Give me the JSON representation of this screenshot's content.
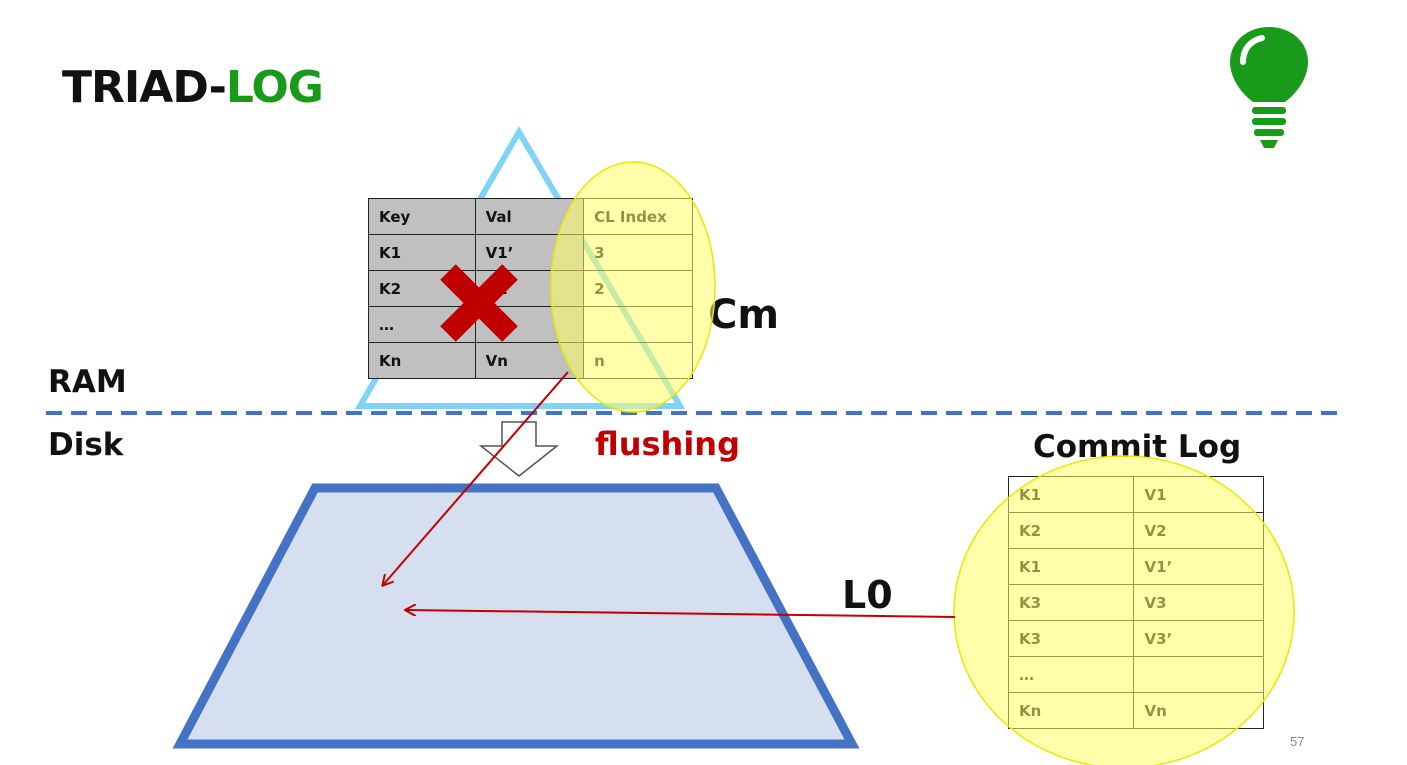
{
  "title": {
    "part1": "TRIAD-",
    "part2": "LOG",
    "part2_color": "#1a9a1a"
  },
  "labels": {
    "ram": "RAM",
    "disk": "Disk",
    "cm": "Cm",
    "flushing": "flushing",
    "l0": "L0",
    "commit_log": "Commit Log"
  },
  "memtable": {
    "headers": [
      "Key",
      "Val",
      "CL Index"
    ],
    "rows": [
      [
        "K1",
        "V1’",
        "3"
      ],
      [
        "K2",
        "V2",
        "2"
      ],
      [
        "…",
        "",
        ""
      ],
      [
        "Kn",
        "Vn",
        "n"
      ]
    ]
  },
  "commit_log": {
    "rows": [
      [
        "K1",
        "V1"
      ],
      [
        "K2",
        "V2"
      ],
      [
        "K1",
        "V1’"
      ],
      [
        "K3",
        "V3"
      ],
      [
        "K3",
        "V3’"
      ],
      [
        "…",
        ""
      ],
      [
        "Kn",
        "Vn"
      ]
    ]
  },
  "page_number": "57",
  "colors": {
    "highlight": "#ffff66",
    "highlight_border": "#e8e800",
    "arrow": "#c00000",
    "cross": "#c00000",
    "disk_fill": "#d6dff0",
    "disk_border": "#4472c4",
    "divider": "#4472c4",
    "triangle": "#7fd3f5",
    "bulb": "#1a9a1a",
    "flushing_text": "#c00000"
  },
  "icons": [
    "lightbulb-icon",
    "cross-icon"
  ]
}
